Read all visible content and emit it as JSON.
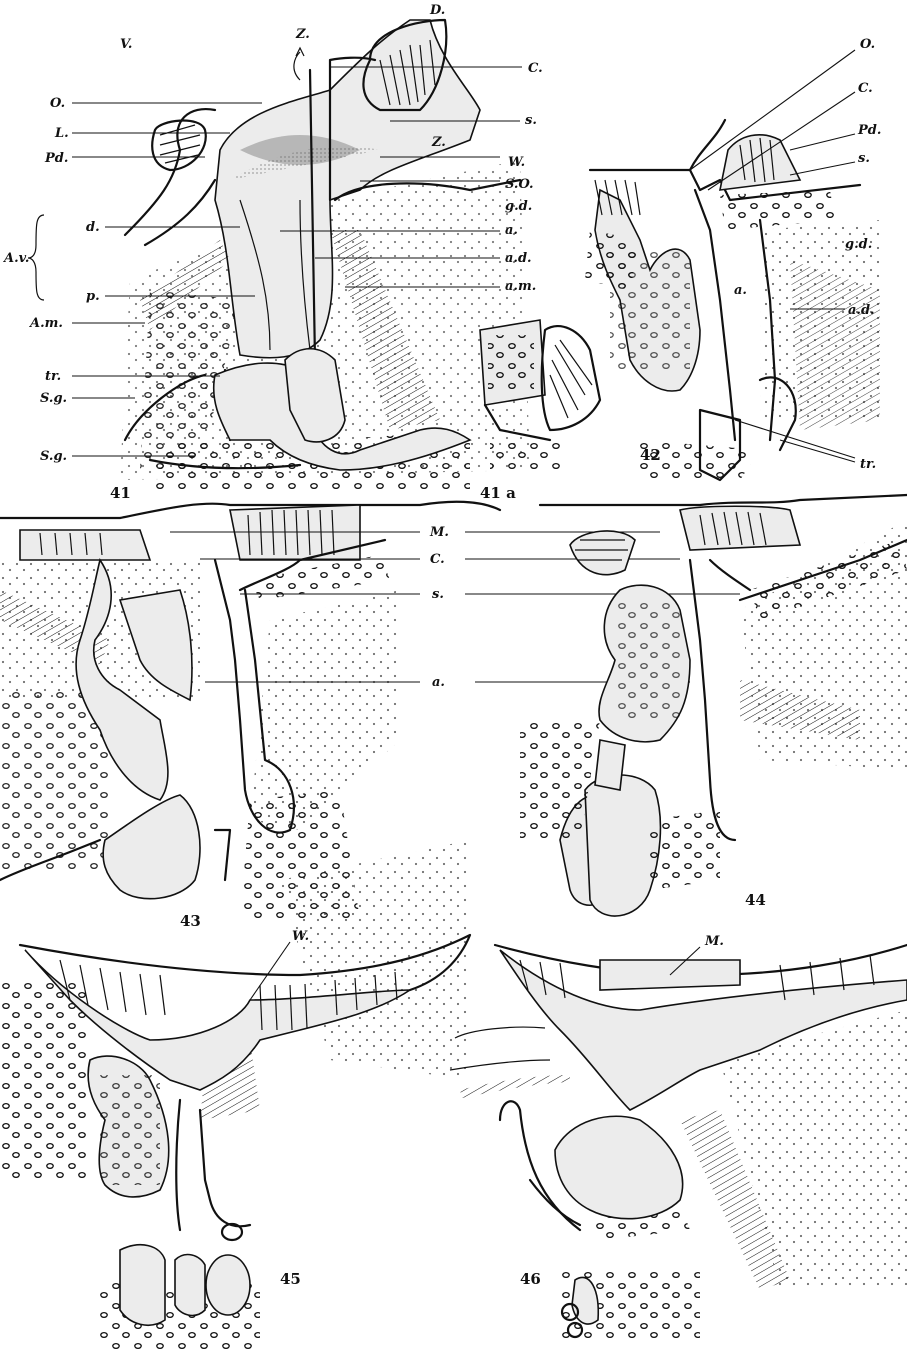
{
  "figures": {
    "fig41": "41",
    "fig41a": "41 a",
    "fig42": "42",
    "fig43": "43",
    "fig44": "44",
    "fig45": "45",
    "fig46": "46"
  },
  "labels_41": {
    "V": "V.",
    "Z_top": "Z.",
    "D": "D.",
    "C": "C.",
    "O": "O.",
    "L": "L.",
    "Pd": "Pd.",
    "s": "s.",
    "Z_mid": "Z.",
    "W": "W.",
    "SO": "S.O.",
    "gd": "g.d.",
    "d": "d.",
    "a": "a.",
    "Av": "A.v.",
    "ad": "a.d.",
    "am_right": "a.m.",
    "p": "p.",
    "Am_left": "A.m.",
    "tr": "tr.",
    "Sg1": "S.g.",
    "Sg2": "S.g."
  },
  "labels_42": {
    "O": "O.",
    "C": "C.",
    "Pd": "Pd.",
    "s": "s.",
    "gd": "g.d.",
    "a_inner": "a.",
    "ad": "a.d.",
    "tr": "tr."
  },
  "labels_43_44": {
    "M": "M.",
    "C": "C.",
    "s": "s.",
    "a": "a."
  },
  "labels_45": {
    "W": "W."
  },
  "labels_46": {
    "M": "M."
  }
}
